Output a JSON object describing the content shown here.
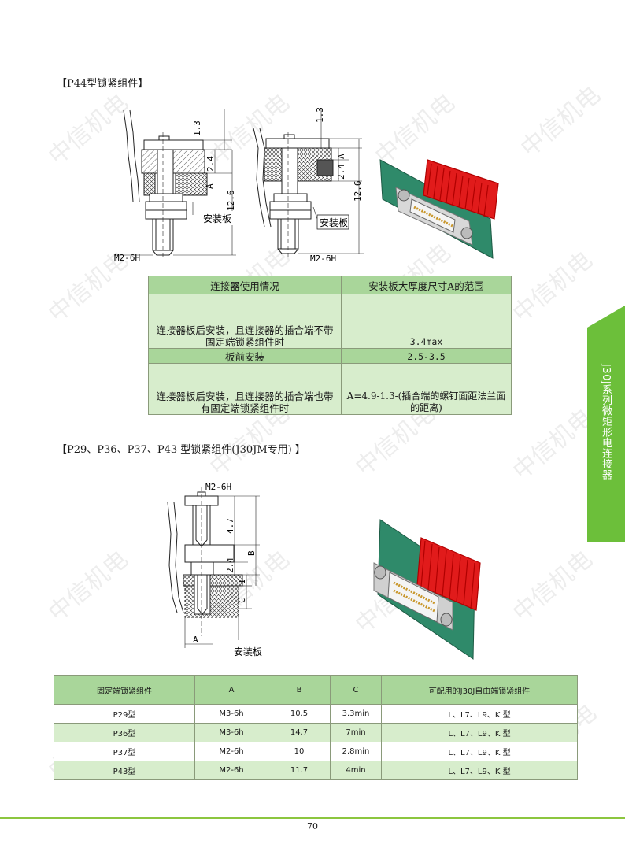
{
  "section1": {
    "title": "【P44型锁紧组件】",
    "diagram_labels": {
      "d1_dim_1_3": "1.3",
      "d1_dim_2_4": "2.4",
      "d1_dim_A": "A",
      "d1_dim_12_6": "12.6",
      "d1_panel": "安装板",
      "d1_thread": "M2-6H",
      "d2_dim_1_3": "1.3",
      "d2_dim_A": "A",
      "d2_dim_2_4": "2.4",
      "d2_dim_12_6": "12.6",
      "d2_panel": "安装板",
      "d2_thread": "M2-6H"
    },
    "table": {
      "headers": [
        "连接器使用情况",
        "安装板大厚度尺寸A的范围"
      ],
      "rows": [
        {
          "c1": "连接器板后安装，且连接器的插合端不带固定端锁紧组件时",
          "c2": "3.4max"
        },
        {
          "c1": "板前安装",
          "c2": "2.5-3.5"
        },
        {
          "c1": "连接器板后安装，且连接器的插合端也带有固定端锁紧组件时",
          "c2": "A=4.9-1.3-(插合端的螺钉面距法兰面的距离)"
        }
      ]
    }
  },
  "section2": {
    "title": "【P29、P36、P37、P43 型锁紧组件(J30JM专用) 】",
    "diagram_labels": {
      "thread": "M2-6H",
      "dim_4_7": "4.7",
      "dim_2_4": "2.4",
      "dim_B": "B",
      "dim_1": "1",
      "dim_C": "C",
      "dim_A": "A",
      "panel": "安装板"
    },
    "table": {
      "headers": [
        "固定端锁紧组件",
        "A",
        "B",
        "C",
        "可配用的J30J自由端锁紧组件"
      ],
      "rows": [
        [
          "P29型",
          "M3-6h",
          "10.5",
          "3.3min",
          "L、L7、L9、K 型"
        ],
        [
          "P36型",
          "M3-6h",
          "14.7",
          "7min",
          "L、L7、L9、K 型"
        ],
        [
          "P37型",
          "M2-6h",
          "10",
          "2.8min",
          "L、L7、L9、K 型"
        ],
        [
          "P43型",
          "M2-6h",
          "11.7",
          "4min",
          "L、L7、L9、K 型"
        ]
      ]
    }
  },
  "side_tab": {
    "text": "J30J系列微矩形电连接器",
    "color": "#6cbf3a"
  },
  "watermark": "中信机电",
  "page_number": "70",
  "colors": {
    "header_green": "#a9d69a",
    "row_green": "#d7edcc",
    "accent": "#8cc63f"
  }
}
